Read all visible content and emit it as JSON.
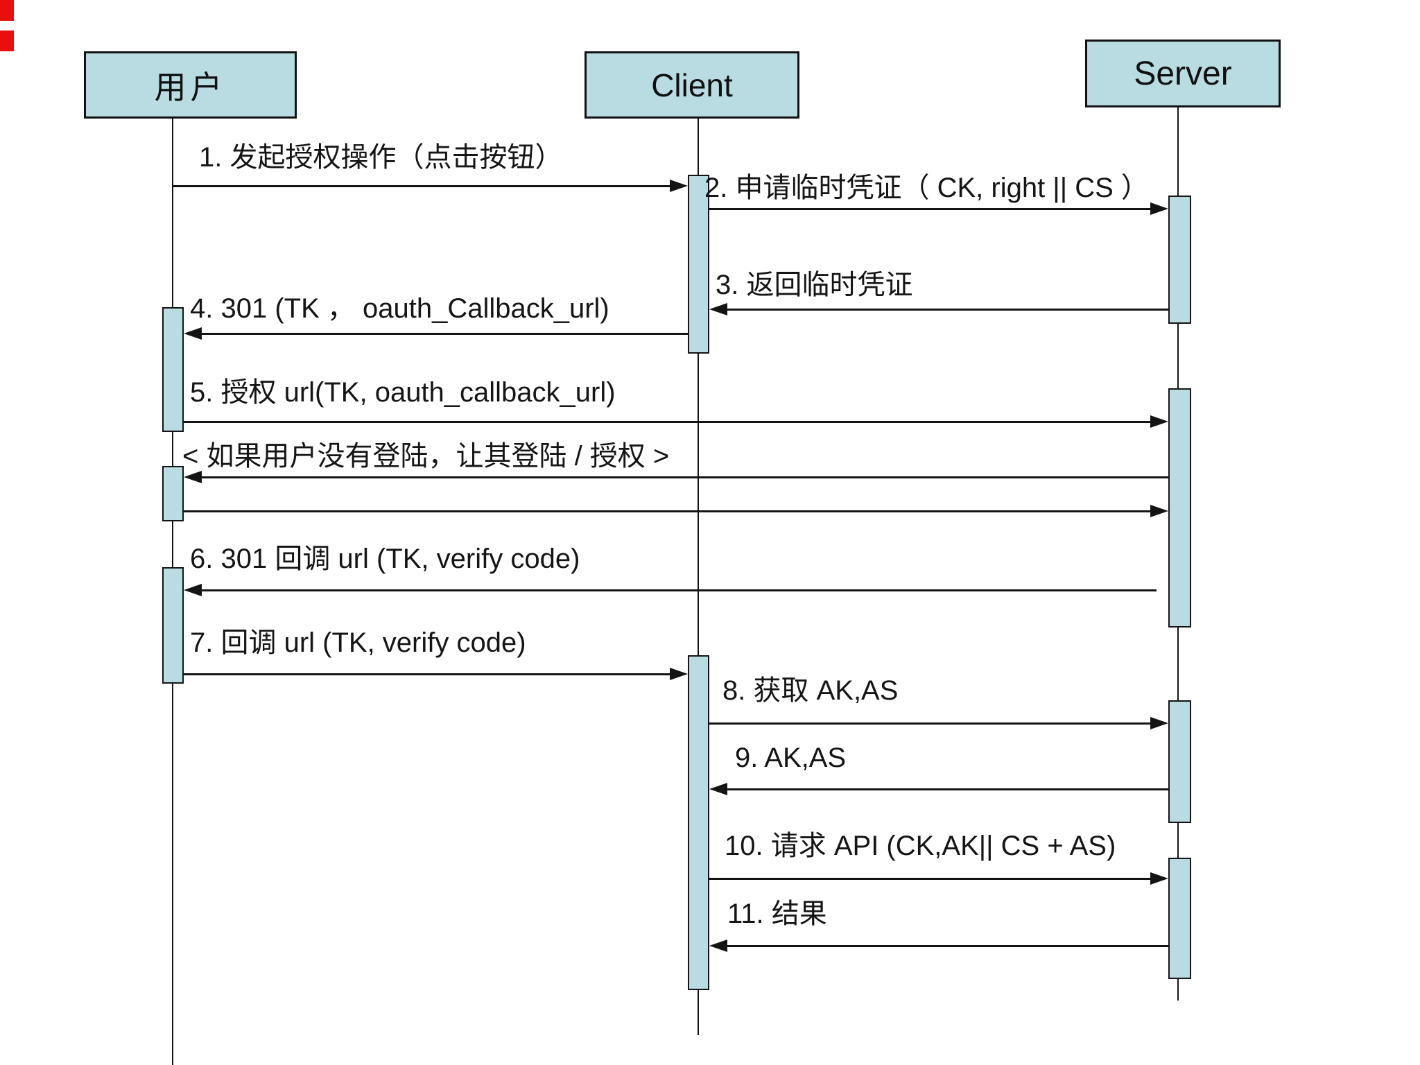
{
  "diagram": {
    "kind": "uml-sequence-diagram",
    "topic": "OAuth authorization flow",
    "actors": [
      {
        "label": "用户"
      },
      {
        "label": "Client"
      },
      {
        "label": "Server"
      }
    ],
    "messages": [
      {
        "num": "1",
        "label": "1.  发起授权操作（点击按钮）",
        "from": "用户",
        "to": "Client"
      },
      {
        "num": "2",
        "label": "2.  申请临时凭证（ CK, right || CS ）",
        "from": "Client",
        "to": "Server"
      },
      {
        "num": "3",
        "label": "3.  返回临时凭证",
        "from": "Server",
        "to": "Client"
      },
      {
        "num": "4",
        "label": "4. 301 (TK ，  oauth_Callback_url)",
        "from": "Client",
        "to": "用户"
      },
      {
        "num": "5",
        "label": "5.  授权 url(TK, oauth_callback_url)",
        "from": "用户",
        "to": "Server"
      },
      {
        "num": "6",
        "label": "6. 301  回调 url (TK, verify code)",
        "from": "Server",
        "to": "用户"
      },
      {
        "num": "7",
        "label": "7.  回调 url (TK, verify code)",
        "from": "用户",
        "to": "Client"
      },
      {
        "num": "8",
        "label": "8.  获取 AK,AS",
        "from": "Client",
        "to": "Server"
      },
      {
        "num": "9",
        "label": "9. AK,AS",
        "from": "Server",
        "to": "Client"
      },
      {
        "num": "10",
        "label": "10.  请求 API (CK,AK|| CS + AS)",
        "from": "Client",
        "to": "Server"
      },
      {
        "num": "11",
        "label": "11.   结果",
        "from": "Server",
        "to": "Client"
      }
    ],
    "guard": {
      "label": "<  如果用户没有登陆，让其登陆 / 授权  >",
      "arrows": [
        {
          "from": "Server",
          "to": "用户"
        },
        {
          "from": "用户",
          "to": "Server"
        }
      ]
    },
    "colors": {
      "activation_fill": "#b8dce1",
      "line": "#141414",
      "corner_marker_red": "#e8100c",
      "background": "#ffffff"
    }
  }
}
